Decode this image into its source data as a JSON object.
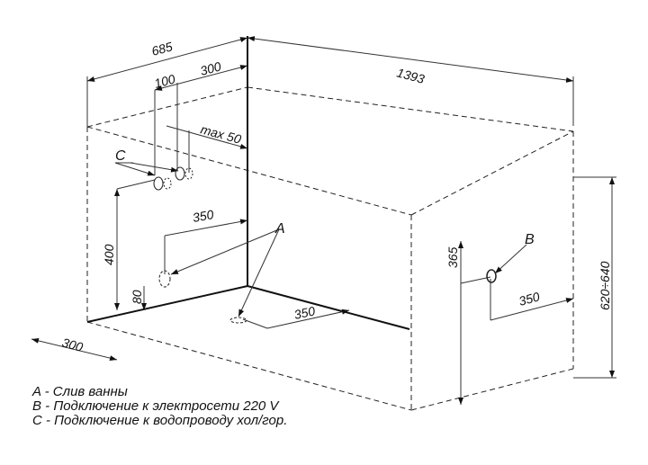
{
  "dimensions": {
    "width_685": "685",
    "offset_300_top": "300",
    "spacing_100": "100",
    "length_1393": "1393",
    "max_50": "max 50",
    "height_400": "400",
    "height_80": "80",
    "offset_350_wall": "350",
    "offset_300_floor": "300",
    "offset_350_floor": "350",
    "height_365": "365",
    "offset_350_right": "350",
    "height_620_640": "620÷640"
  },
  "markers": {
    "a": "A",
    "b": "B",
    "c": "C"
  },
  "legend": [
    "A - Слив ванны",
    "B - Подключение к электросети 220 V",
    "C - Подключение к водопроводу хол/гор."
  ]
}
